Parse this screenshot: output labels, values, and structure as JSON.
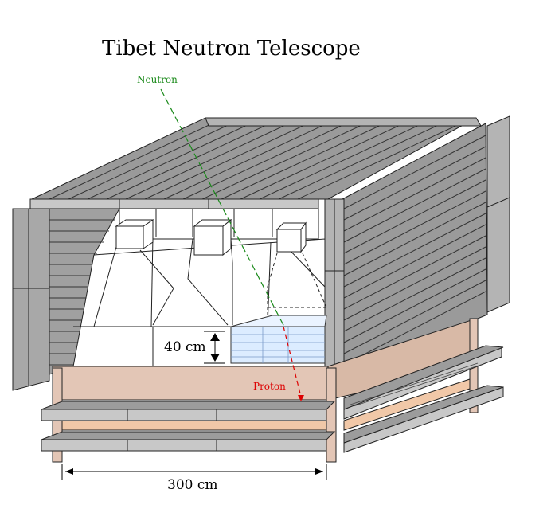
{
  "title": "Tibet Neutron Telescope",
  "labels": {
    "neutron": "Neutron",
    "proton": "Proton",
    "height": "40 cm",
    "width": "300 cm"
  },
  "colors": {
    "neutron_track": "#1a8a1a",
    "proton_track": "#dd0000",
    "slab_top": "#8c8c8c",
    "slab_side": "#b4b4b4",
    "slab_front": "#c8c8c8",
    "panel_left": "#a8a8a8",
    "wood": "#e3c6b6",
    "wood_light": "#f1c8a8",
    "scintillator": "#dcecff",
    "counter_white": "#ffffff"
  }
}
